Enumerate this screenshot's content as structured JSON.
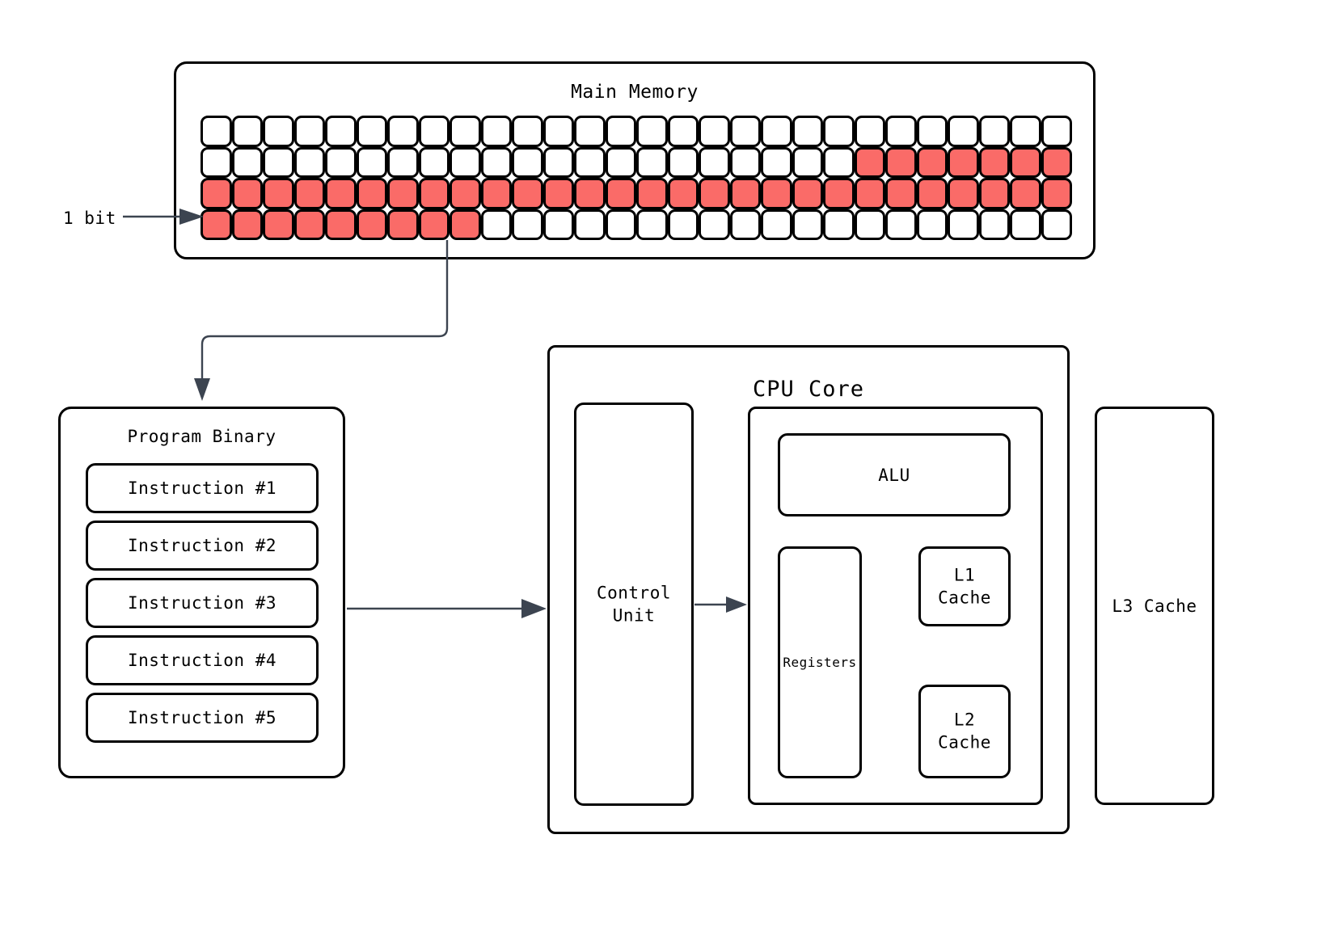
{
  "diagram": {
    "title": "CPU and memory architecture diagram",
    "colors": {
      "filled_bit": "#FA6B68",
      "empty_bit": "#FFFFFF",
      "stroke": "#000000",
      "connector": "#3C4450"
    }
  },
  "main_memory": {
    "title": "Main Memory",
    "bit_label": "1 bit",
    "grid": {
      "columns": 28,
      "rows": 4,
      "filled_pattern": [
        [
          0,
          0,
          0,
          0,
          0,
          0,
          0,
          0,
          0,
          0,
          0,
          0,
          0,
          0,
          0,
          0,
          0,
          0,
          0,
          0,
          0,
          0,
          0,
          0,
          0,
          0,
          0,
          0
        ],
        [
          0,
          0,
          0,
          0,
          0,
          0,
          0,
          0,
          0,
          0,
          0,
          0,
          0,
          0,
          0,
          0,
          0,
          0,
          0,
          0,
          0,
          1,
          1,
          1,
          1,
          1,
          1,
          1
        ],
        [
          1,
          1,
          1,
          1,
          1,
          1,
          1,
          1,
          1,
          1,
          1,
          1,
          1,
          1,
          1,
          1,
          1,
          1,
          1,
          1,
          1,
          1,
          1,
          1,
          1,
          1,
          1,
          1
        ],
        [
          1,
          1,
          1,
          1,
          1,
          1,
          1,
          1,
          1,
          0,
          0,
          0,
          0,
          0,
          0,
          0,
          0,
          0,
          0,
          0,
          0,
          0,
          0,
          0,
          0,
          0,
          0,
          0
        ]
      ]
    }
  },
  "program_binary": {
    "title": "Program Binary",
    "instructions": [
      {
        "label": "Instruction #1"
      },
      {
        "label": "Instruction #2"
      },
      {
        "label": "Instruction #3"
      },
      {
        "label": "Instruction #4"
      },
      {
        "label": "Instruction #5"
      }
    ]
  },
  "cpu_core": {
    "title": "CPU Core",
    "control_unit": {
      "label": "Control\nUnit"
    },
    "alu": {
      "label": "ALU"
    },
    "registers": {
      "label": "Registers"
    },
    "l1_cache": {
      "label": "L1\nCache"
    },
    "l2_cache": {
      "label": "L2\nCache"
    }
  },
  "l3_cache": {
    "label": "L3 Cache"
  }
}
